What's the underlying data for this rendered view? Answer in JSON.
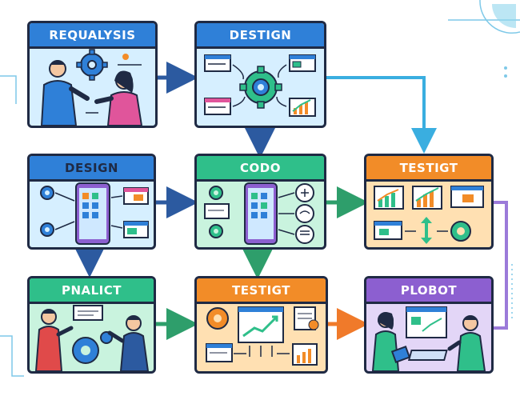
{
  "cards": {
    "requalysis": {
      "title": "REQUALYSIS"
    },
    "destign": {
      "title": "DESTIGN"
    },
    "design": {
      "title": "DESIGN"
    },
    "codo": {
      "title": "CODO"
    },
    "testigt_top": {
      "title": "TESTIGT"
    },
    "pnalict": {
      "title": "PNALICT"
    },
    "testigt_bottom": {
      "title": "TESTIGT"
    },
    "plobot": {
      "title": "PLOBOT"
    }
  },
  "colors": {
    "outline": "#1f2a44",
    "blue_header": "#2f80d8",
    "blue_body": "#d6efff",
    "green_header": "#2fbf8a",
    "green_body": "#c9f3de",
    "orange_header": "#f28c28",
    "orange_body": "#ffe0b2",
    "purple_header": "#8c5fd0",
    "purple_body": "#e3d6f7",
    "arrow_blue": "#2c5aa0",
    "arrow_green": "#2e9e6b",
    "arrow_orange": "#f07a2a",
    "arrow_cyan": "#3aaee0",
    "arrow_purple": "#9b7ad9"
  },
  "icons": [
    "gear-icon",
    "phone-icon",
    "window-icon",
    "bar-chart-icon",
    "person-icon",
    "laptop-icon",
    "arrow-icon"
  ]
}
